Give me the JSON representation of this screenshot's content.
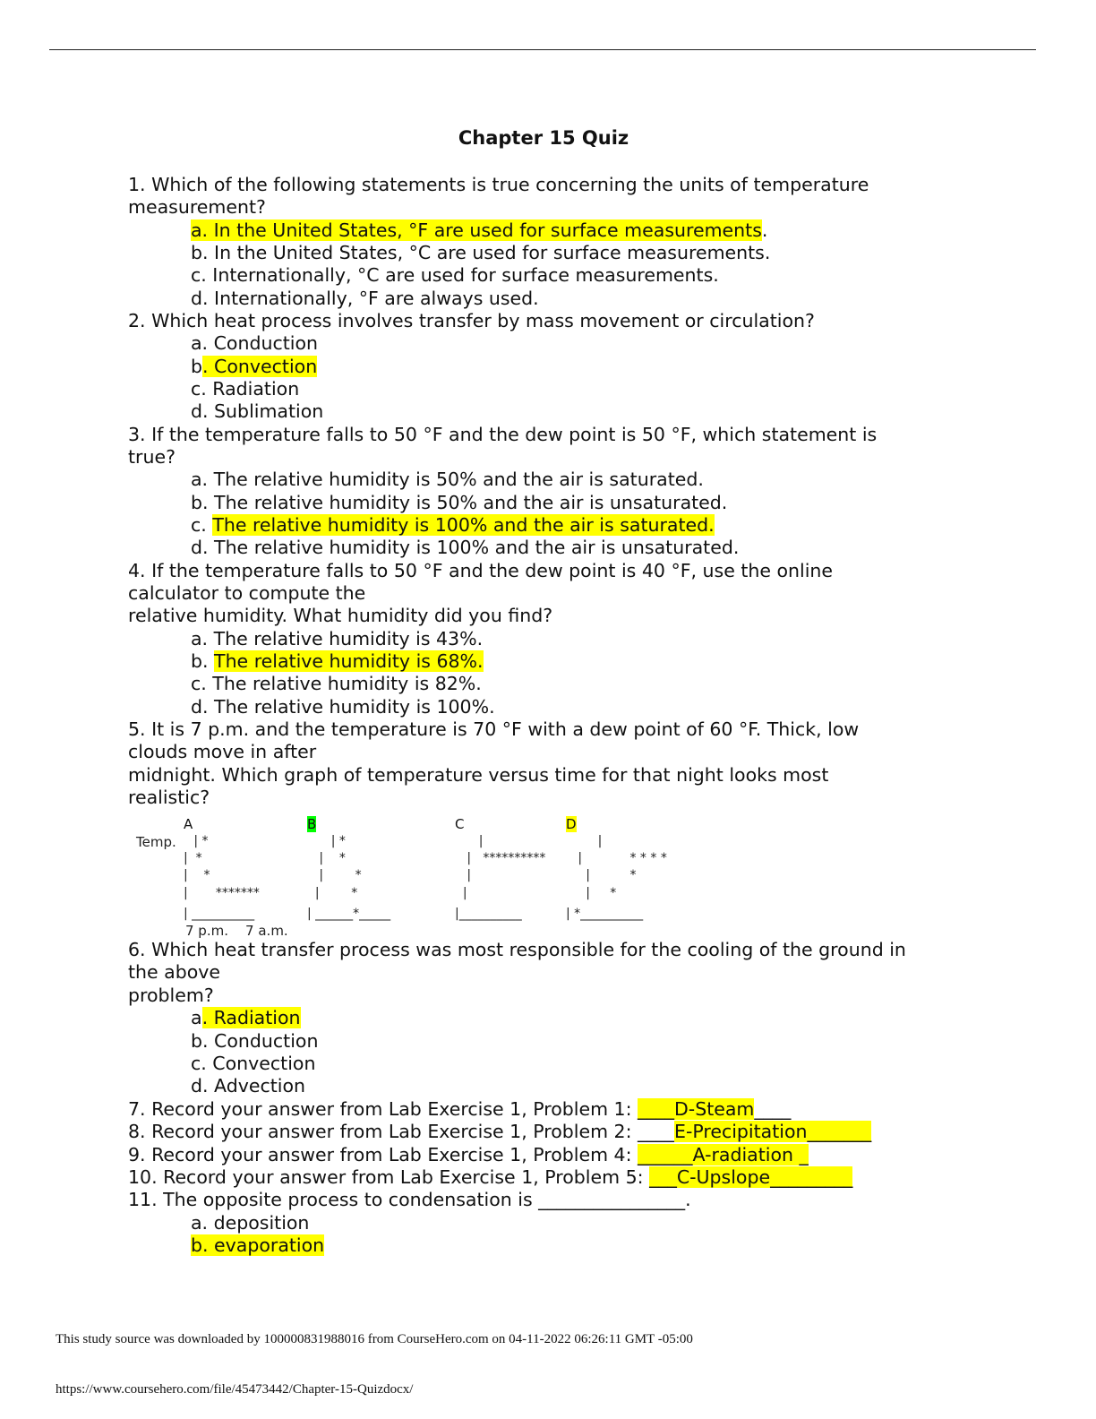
{
  "title": "Chapter 15 Quiz",
  "colors": {
    "highlight": "#ffff00",
    "green_highlight": "#00ff00"
  },
  "lines_top": [
    {
      "indent": 0,
      "parts": [
        {
          "t": "1. Which of the following statements is true concerning the units of temperature"
        }
      ]
    },
    {
      "indent": 0,
      "parts": [
        {
          "t": "measurement?"
        }
      ]
    },
    {
      "indent": 1,
      "parts": [
        {
          "t": "a. In the United States, °F are used for surface measurements",
          "hl": true
        },
        {
          "t": "."
        }
      ]
    },
    {
      "indent": 1,
      "parts": [
        {
          "t": "b. In the United States, °C are used for surface measurements."
        }
      ]
    },
    {
      "indent": 1,
      "parts": [
        {
          "t": "c. Internationally, °C are used for surface measurements."
        }
      ]
    },
    {
      "indent": 1,
      "parts": [
        {
          "t": "d. Internationally, °F are always used."
        }
      ]
    },
    {
      "indent": 0,
      "parts": [
        {
          "t": "2. Which heat process involves transfer by mass movement or circulation?"
        }
      ]
    },
    {
      "indent": 1,
      "parts": [
        {
          "t": "a. Conduction"
        }
      ]
    },
    {
      "indent": 1,
      "parts": [
        {
          "t": "b"
        },
        {
          "t": ". Convection",
          "hl": true
        }
      ]
    },
    {
      "indent": 1,
      "parts": [
        {
          "t": "c. Radiation"
        }
      ]
    },
    {
      "indent": 1,
      "parts": [
        {
          "t": "d. Sublimation"
        }
      ]
    },
    {
      "indent": 0,
      "parts": [
        {
          "t": "3. If the temperature falls to 50 °F and the dew point is 50 °F, which statement is"
        }
      ]
    },
    {
      "indent": 0,
      "parts": [
        {
          "t": "true?"
        }
      ]
    },
    {
      "indent": 1,
      "parts": [
        {
          "t": "a. The relative humidity is 50% and the air is saturated."
        }
      ]
    },
    {
      "indent": 1,
      "parts": [
        {
          "t": "b. The relative humidity is 50% and the air is unsaturated."
        }
      ]
    },
    {
      "indent": 1,
      "parts": [
        {
          "t": "c. "
        },
        {
          "t": "The relative humidity is 100% and the air is saturated.",
          "hl": true
        }
      ]
    },
    {
      "indent": 1,
      "parts": [
        {
          "t": "d. The relative humidity is 100% and the air is unsaturated."
        }
      ]
    },
    {
      "indent": 0,
      "parts": [
        {
          "t": "4. If the temperature falls to 50 °F and the dew point is 40 °F, use the online"
        }
      ]
    },
    {
      "indent": 0,
      "parts": [
        {
          "t": "calculator to compute the"
        }
      ]
    },
    {
      "indent": 0,
      "parts": [
        {
          "t": "relative humidity. What humidity did you find?"
        }
      ]
    },
    {
      "indent": 1,
      "parts": [
        {
          "t": "a. The relative humidity is 43%."
        }
      ]
    },
    {
      "indent": 1,
      "parts": [
        {
          "t": "b. "
        },
        {
          "t": "The relative humidity is 68%.",
          "hl": true
        }
      ]
    },
    {
      "indent": 1,
      "parts": [
        {
          "t": "c. The relative humidity is 82%."
        }
      ]
    },
    {
      "indent": 1,
      "parts": [
        {
          "t": "d. The relative humidity is 100%."
        }
      ]
    },
    {
      "indent": 0,
      "parts": [
        {
          "t": "5. It is 7 p.m. and the temperature is 70 °F with a dew point of 60 °F. Thick, low"
        }
      ]
    },
    {
      "indent": 0,
      "parts": [
        {
          "t": "clouds move in after"
        }
      ]
    },
    {
      "indent": 0,
      "parts": [
        {
          "t": "midnight. Which graph of temperature versus time for that night looks most"
        }
      ]
    },
    {
      "indent": 0,
      "parts": [
        {
          "t": "realistic?"
        }
      ]
    }
  ],
  "graphs": {
    "temp_label": "Temp.",
    "time_labels": "7 p.m.    7 a.m.",
    "items": [
      {
        "label": "A",
        "label_hl": "",
        "rows": [
          "   | *",
          "|  *",
          "|    *",
          "|       *******",
          "| __________"
        ]
      },
      {
        "label": "B",
        "label_hl": "green",
        "rows": [
          "      | *",
          "   |    *",
          "   |        *",
          "  |        *",
          "| ______*_____"
        ]
      },
      {
        "label": "C",
        "label_hl": "",
        "rows": [
          "      |",
          "   |   **********",
          "   |",
          "  |",
          "|__________"
        ]
      },
      {
        "label": "D",
        "label_hl": "yellow",
        "rows": [
          "        |",
          "   |            * * * *",
          "     |          *",
          "     |     *",
          "| *__________"
        ]
      }
    ]
  },
  "lines_bottom": [
    {
      "indent": 0,
      "parts": [
        {
          "t": "6. Which heat transfer process was most responsible for the cooling of the ground in"
        }
      ]
    },
    {
      "indent": 0,
      "parts": [
        {
          "t": "the above"
        }
      ]
    },
    {
      "indent": 0,
      "parts": [
        {
          "t": "problem?"
        }
      ]
    },
    {
      "indent": 1,
      "parts": [
        {
          "t": "a"
        },
        {
          "t": ". Radiation",
          "hl": true
        }
      ]
    },
    {
      "indent": 1,
      "parts": [
        {
          "t": "b. Conduction"
        }
      ]
    },
    {
      "indent": 1,
      "parts": [
        {
          "t": "c. Convection"
        }
      ]
    },
    {
      "indent": 1,
      "parts": [
        {
          "t": "d. Advection"
        }
      ]
    },
    {
      "indent": 0,
      "parts": [
        {
          "t": "7. Record your answer from Lab Exercise 1, Problem 1: "
        },
        {
          "t": "____D-Steam",
          "hl": true
        },
        {
          "t": "____"
        }
      ]
    },
    {
      "indent": 0,
      "parts": [
        {
          "t": "8. Record your answer from Lab Exercise 1, Problem 2: ____"
        },
        {
          "t": "E-Precipitation_______",
          "hl": true
        }
      ]
    },
    {
      "indent": 0,
      "parts": [
        {
          "t": "9. Record your answer from Lab Exercise 1, Problem 4: "
        },
        {
          "t": "______A-radiation _",
          "hl": true
        }
      ]
    },
    {
      "indent": 0,
      "parts": [
        {
          "t": "10. Record your answer from Lab Exercise 1, Problem 5: "
        },
        {
          "t": "___C-Upslope_________",
          "hl": true
        }
      ]
    },
    {
      "indent": 0,
      "parts": [
        {
          "t": "11. The opposite process to condensation is ________________."
        }
      ]
    },
    {
      "indent": 1,
      "parts": [
        {
          "t": "a. deposition"
        }
      ]
    },
    {
      "indent": 1,
      "parts": [
        {
          "t": "b. evaporation",
          "hl": true
        }
      ]
    }
  ],
  "footer": {
    "source": "This study source was downloaded by 100000831988016 from CourseHero.com on 04-11-2022 06:26:11 GMT -05:00",
    "url": "https://www.coursehero.com/file/45473442/Chapter-15-Quizdocx/"
  }
}
